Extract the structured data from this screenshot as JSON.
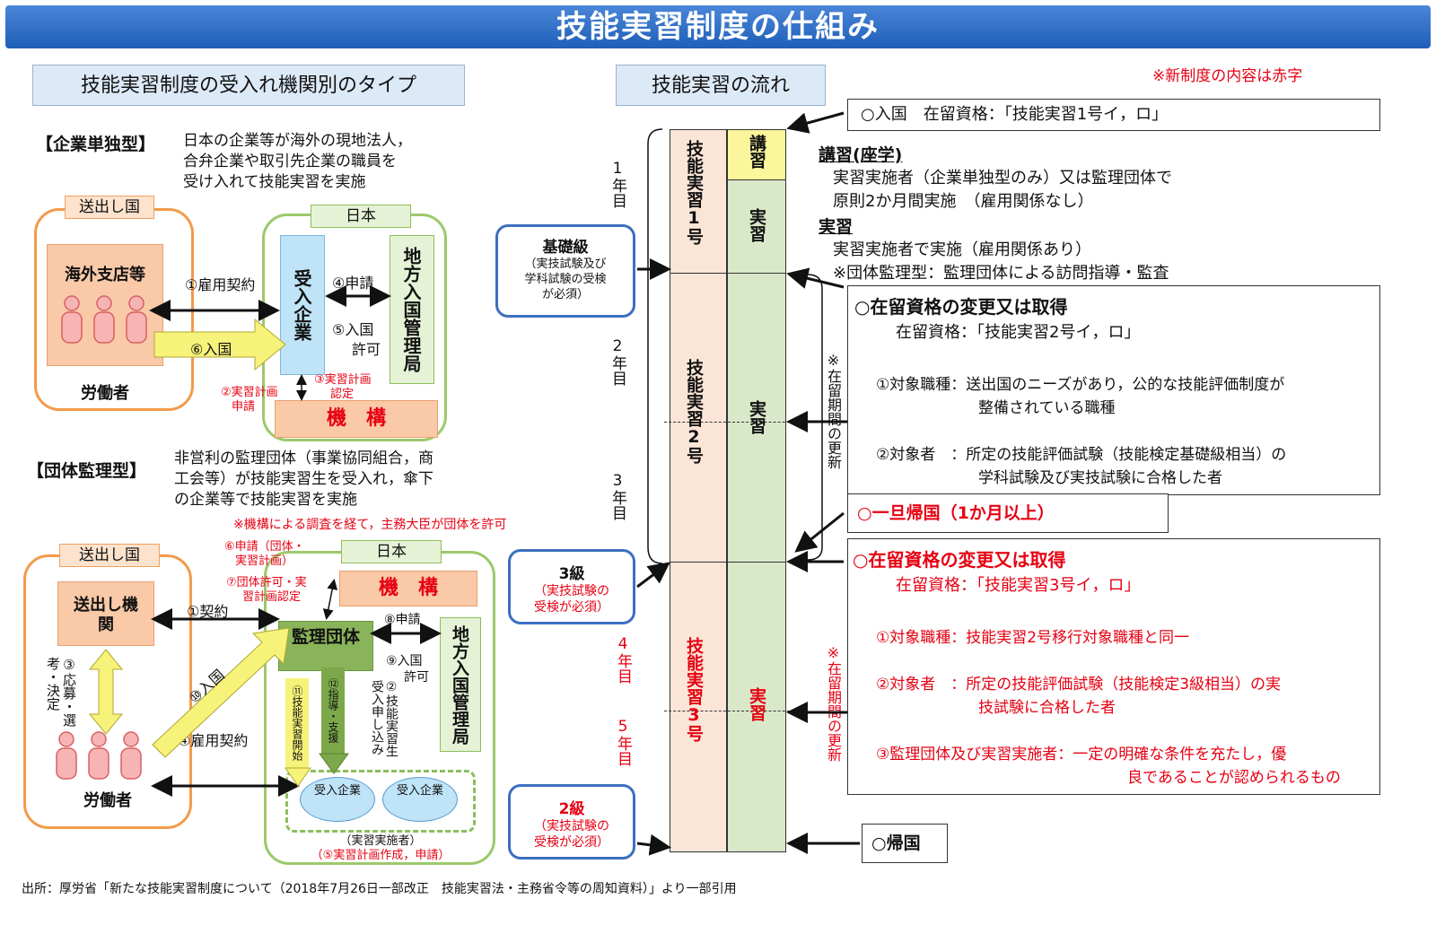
{
  "title": "技能実習制度の仕組み",
  "left": {
    "header": "技能実習制度の受入れ機関別のタイプ",
    "corp": {
      "label": "【企業単独型】",
      "desc1": "日本の企業等が海外の現地法人，",
      "desc2": "合弁企業や取引先企業の職員を",
      "desc3": "受け入れて技能実習を実施",
      "send_country": "送出し国",
      "overseas_branch": "海外支店等",
      "workers": "労働者",
      "japan": "日本",
      "employer": "受入企業",
      "immig": "地方入国管理局",
      "kikou": "機　構",
      "a1": "①雇用契約",
      "a4": "④申請",
      "a5a": "⑤入国",
      "a5b": "許可",
      "a6": "⑥入国",
      "a2a": "②実習計画",
      "a2b": "申請",
      "a3a": "③実習計画",
      "a3b": "認定"
    },
    "group": {
      "label": "【団体監理型】",
      "desc1": "非営利の監理団体（事業協同組合，商",
      "desc2": "工会等）が技能実習生を受入れ，傘下",
      "desc3": "の企業等で技能実習を実施",
      "note": "※機構による調査を経て，主務大臣が団体を許可",
      "send_country": "送出し国",
      "send_org": "送出し機関",
      "workers": "労働者",
      "japan": "日本",
      "kikou": "機　構",
      "supervisor": "監理団体",
      "immig": "地方入国管理局",
      "a1": "①契約",
      "a3": "③応募・選考・決定",
      "a4": "④雇用契約",
      "a6a": "⑥申請（団体・",
      "a6b": "実習計画）",
      "a7a": "⑦団体許可・実",
      "a7b": "習計画認定",
      "a8": "⑧申請",
      "a9a": "⑨入国",
      "a9b": "許可",
      "a10": "⑩入国",
      "a11": "⑪技能実習開始",
      "a12": "⑫指導・支援",
      "a2": "②技能実習生受入申し込み",
      "emp1": "受入企業",
      "emp2": "受入企業",
      "impl": "（実習実施者）",
      "a5": "（⑤実習計画作成，申請）"
    }
  },
  "right": {
    "header": "技能実習の流れ",
    "red_note": "※新制度の内容は赤字",
    "years": [
      "1年目",
      "2年目",
      "3年目",
      "4年目",
      "5年目"
    ],
    "stage1": "技能実習1号",
    "stage2": "技能実習2号",
    "stage3": "技能実習3号",
    "lecture": "講習",
    "practice": "実習",
    "renew": "※在留期間の更新",
    "basic": {
      "title": "基礎級",
      "l1": "（実技試験及び",
      "l2": "学科試験の受検",
      "l3": "が必須）"
    },
    "g3": {
      "title": "3級",
      "l1": "（実技試験の",
      "l2": "受検が必須）"
    },
    "g2": {
      "title": "2級",
      "l1": "（実技試験の",
      "l2": "受検が必須）"
    },
    "entry": "○入国　在留資格：「技能実習1号イ，ロ」",
    "kosyu_h": "講習(座学)",
    "kosyu1": "実習実施者（企業単独型のみ）又は監理団体で",
    "kosyu2": "原則2か月間実施　（雇用関係なし）",
    "jissyu_h": "実習",
    "jissyu1": "実習実施者で実施（雇用関係あり）",
    "jissyu2": "※団体監理型：監理団体による訪問指導・監査",
    "box2": {
      "h": "○在留資格の変更又は取得",
      "s": "在留資格：「技能実習2号イ，ロ」",
      "i1a": "①対象職種：送出国のニーズがあり，公的な技能評価制度が",
      "i1b": "整備されている職種",
      "i2a": "②対象者　：所定の技能評価試験（技能検定基礎級相当）の",
      "i2b": "学科試験及び実技試験に合格した者"
    },
    "return_temp": "○一旦帰国（1か月以上）",
    "box3": {
      "h": "○在留資格の変更又は取得",
      "s": "在留資格：「技能実習3号イ，ロ」",
      "i1": "①対象職種：技能実習2号移行対象職種と同一",
      "i2a": "②対象者　：所定の技能評価試験（技能検定3級相当）の実",
      "i2b": "技試験に合格した者",
      "i3a": "③監理団体及び実習実施者：一定の明確な条件を充たし，優",
      "i3b": "良であることが認められるもの"
    },
    "return": "○帰国"
  },
  "source": "出所：厚労省「新たな技能実習制度について（2018年7月26日一部改正　技能実習法・主務省令等の周知資料）」より一部引用"
}
